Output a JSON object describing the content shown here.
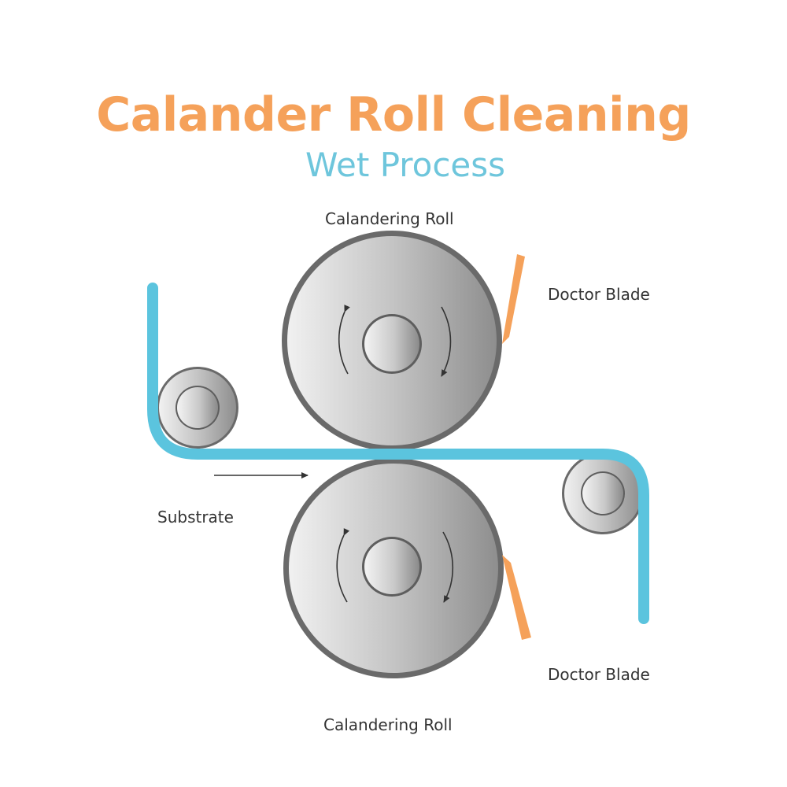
{
  "title": "Calander Roll Cleaning",
  "subtitle": "Wet Process",
  "labels": {
    "top_roll": "Calandering Roll",
    "bottom_roll": "Calandering Roll",
    "top_blade": "Doctor Blade",
    "bottom_blade": "Doctor Blade",
    "substrate": "Substrate"
  },
  "colors": {
    "title": "#f5a15a",
    "subtitle": "#6ec6dc",
    "substrate": "#5bc4de",
    "blade": "#f5a15a",
    "roll_dark": "#6d6d6d",
    "roll_light": "#e4e4e4",
    "label_text": "#333333"
  }
}
